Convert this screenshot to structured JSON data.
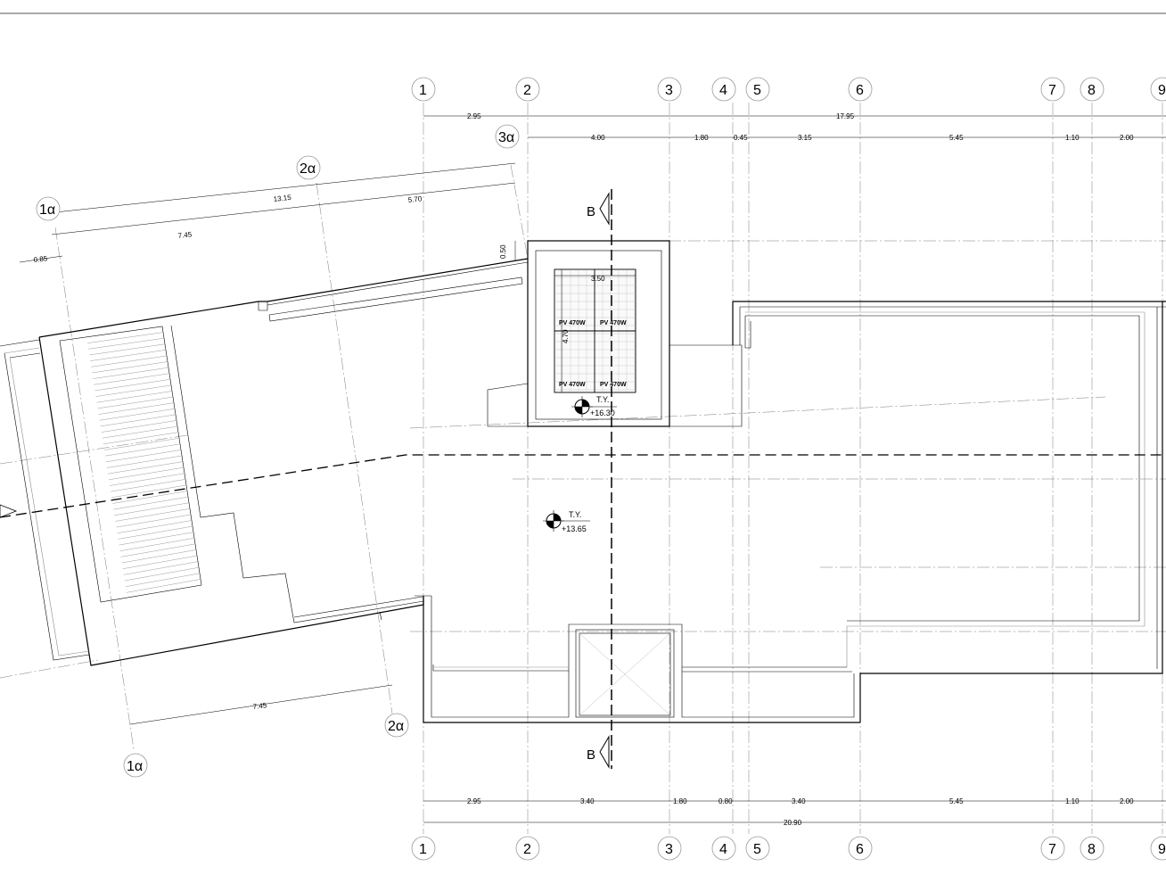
{
  "grid_axes": {
    "top": [
      {
        "label": "1"
      },
      {
        "label": "2"
      },
      {
        "label": "3"
      },
      {
        "label": "4"
      },
      {
        "label": "5"
      },
      {
        "label": "6"
      },
      {
        "label": "7"
      },
      {
        "label": "8"
      },
      {
        "label": "9"
      }
    ],
    "bottom": [
      {
        "label": "1"
      },
      {
        "label": "2"
      },
      {
        "label": "3"
      },
      {
        "label": "4"
      },
      {
        "label": "5"
      },
      {
        "label": "6"
      },
      {
        "label": "7"
      },
      {
        "label": "8"
      },
      {
        "label": "9"
      }
    ],
    "skewed": {
      "a1_top": "1α",
      "a1_bottom": "1α",
      "a2_top": "2α",
      "a2_bottom": "2α",
      "a3": "3α"
    }
  },
  "dimensions": {
    "top_row1": [
      "2.95",
      "17.95"
    ],
    "top_row2": [
      "4.00",
      "1.80",
      "0.45",
      "3.15",
      "5.45",
      "1.10",
      "2.00"
    ],
    "skew_top_total": "13.15",
    "skew_top_parts": [
      "7.45",
      "5.70"
    ],
    "skew_top_small": "0.85",
    "skew_bottom": "7.45",
    "bottom_row1": [
      "2.95",
      "3.40",
      "1.80",
      "0.80",
      "3.40",
      "5.45",
      "1.10",
      "2.00"
    ],
    "bottom_total": "20.90",
    "pv_width": "3.50",
    "pv_height": "4.70",
    "offset": "0.50"
  },
  "pv_panels": [
    "PV 470W",
    "PV 470W",
    "PV 470W",
    "PV 470W"
  ],
  "levels": [
    {
      "label": "T.Y.",
      "value": "+16.30"
    },
    {
      "label": "T.Y.",
      "value": "+13.65"
    }
  ],
  "section_marks": {
    "top": "B",
    "bottom": "B"
  }
}
